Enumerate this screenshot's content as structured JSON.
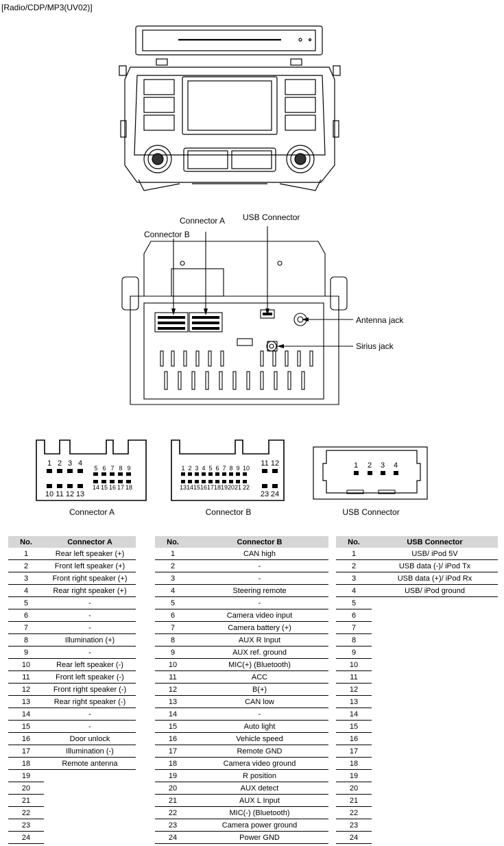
{
  "title": "[Radio/CDP/MP3(UV02)]",
  "callouts": {
    "connector_a": "Connector A",
    "connector_b": "Connector B",
    "usb_connector": "USB Connector",
    "antenna_jack": "Antenna jack",
    "sirius_jack": "Sirius jack"
  },
  "captions": {
    "a": "Connector A",
    "b": "Connector B",
    "usb": "USB Connector"
  },
  "tables": {
    "a": {
      "h_no": "No.",
      "h_desc": "Connector A",
      "rows": [
        {
          "no": "1",
          "desc": "Rear left speaker (+)"
        },
        {
          "no": "2",
          "desc": "Front left speaker (+)"
        },
        {
          "no": "3",
          "desc": "Front right speaker (+)"
        },
        {
          "no": "4",
          "desc": "Rear right speaker (+)"
        },
        {
          "no": "5",
          "desc": "-"
        },
        {
          "no": "6",
          "desc": "-"
        },
        {
          "no": "7",
          "desc": "-"
        },
        {
          "no": "8",
          "desc": "Illumination (+)"
        },
        {
          "no": "9",
          "desc": "-"
        },
        {
          "no": "10",
          "desc": "Rear left speaker (-)"
        },
        {
          "no": "11",
          "desc": "Front left speaker (-)"
        },
        {
          "no": "12",
          "desc": "Front right speaker (-)"
        },
        {
          "no": "13",
          "desc": "Rear right speaker (-)"
        },
        {
          "no": "14",
          "desc": "-"
        },
        {
          "no": "15",
          "desc": "-"
        },
        {
          "no": "16",
          "desc": "Door unlock"
        },
        {
          "no": "17",
          "desc": "Illumination (-)"
        },
        {
          "no": "18",
          "desc": "Remote antenna"
        },
        {
          "no": "19"
        },
        {
          "no": "20"
        },
        {
          "no": "21"
        },
        {
          "no": "22"
        },
        {
          "no": "23"
        },
        {
          "no": "24"
        }
      ]
    },
    "b": {
      "h_no": "No.",
      "h_desc": "Connector B",
      "rows": [
        {
          "no": "1",
          "desc": "CAN high"
        },
        {
          "no": "2",
          "desc": "-"
        },
        {
          "no": "3",
          "desc": "-"
        },
        {
          "no": "4",
          "desc": "Steering remote"
        },
        {
          "no": "5",
          "desc": "-"
        },
        {
          "no": "6",
          "desc": "Camera video input"
        },
        {
          "no": "7",
          "desc": "Camera battery (+)"
        },
        {
          "no": "8",
          "desc": "AUX R Input"
        },
        {
          "no": "9",
          "desc": "AUX ref. ground"
        },
        {
          "no": "10",
          "desc": "MIC(+) (Bluetooth)"
        },
        {
          "no": "11",
          "desc": "ACC"
        },
        {
          "no": "12",
          "desc": "B(+)"
        },
        {
          "no": "13",
          "desc": "CAN low"
        },
        {
          "no": "14",
          "desc": "-"
        },
        {
          "no": "15",
          "desc": "Auto light"
        },
        {
          "no": "16",
          "desc": "Vehicle speed"
        },
        {
          "no": "17",
          "desc": "Remote GND"
        },
        {
          "no": "18",
          "desc": "Camera video ground"
        },
        {
          "no": "19",
          "desc": "R position"
        },
        {
          "no": "20",
          "desc": "AUX detect"
        },
        {
          "no": "21",
          "desc": "AUX L Input"
        },
        {
          "no": "22",
          "desc": "MIC(-) (Bluetooth)"
        },
        {
          "no": "23",
          "desc": "Camera power ground"
        },
        {
          "no": "24",
          "desc": "Power GND"
        }
      ]
    },
    "usb": {
      "h_no": "No.",
      "h_desc": "USB Connector",
      "rows": [
        {
          "no": "1",
          "desc": "USB/ iPod 5V"
        },
        {
          "no": "2",
          "desc": "USB data (-)/ iPod Tx"
        },
        {
          "no": "3",
          "desc": "USB data (+)/ iPod Rx"
        },
        {
          "no": "4",
          "desc": "USB/ iPod ground"
        },
        {
          "no": "5"
        },
        {
          "no": "6"
        },
        {
          "no": "7"
        },
        {
          "no": "8"
        },
        {
          "no": "9"
        },
        {
          "no": "10"
        },
        {
          "no": "11"
        },
        {
          "no": "12"
        },
        {
          "no": "13"
        },
        {
          "no": "14"
        },
        {
          "no": "15"
        },
        {
          "no": "16"
        },
        {
          "no": "17"
        },
        {
          "no": "18"
        },
        {
          "no": "19"
        },
        {
          "no": "20"
        },
        {
          "no": "21"
        },
        {
          "no": "22"
        },
        {
          "no": "23"
        },
        {
          "no": "24"
        }
      ]
    }
  }
}
